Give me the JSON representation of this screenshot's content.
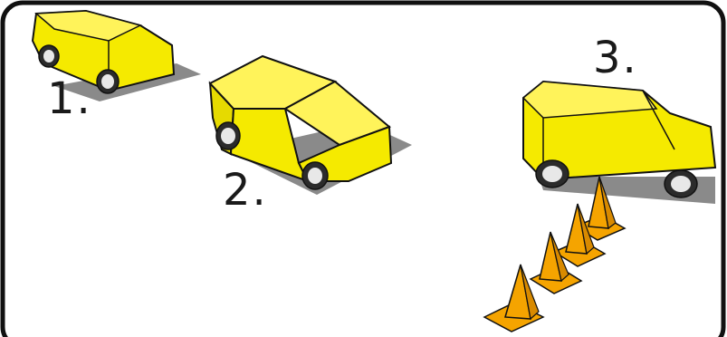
{
  "panel": {
    "border_color": "#111111",
    "background": "#ffffff"
  },
  "steps": [
    {
      "label": "1.",
      "icon": "car-side-view-icon"
    },
    {
      "label": "2.",
      "icon": "car-three-quarter-icon"
    },
    {
      "label": "3.",
      "icon": "car-side-parked-icon"
    }
  ],
  "cones": {
    "count": 4,
    "icon": "traffic-cone-icon"
  },
  "colors": {
    "car_body": "#f5ea00",
    "car_body_shade": "#d9cc00",
    "car_outline": "#111111",
    "tire": "#2b2b2b",
    "hubcap": "#e8e8e8",
    "shadow": "#8a8a8a",
    "cone": "#f5a400",
    "cone_shade": "#d88a00"
  }
}
